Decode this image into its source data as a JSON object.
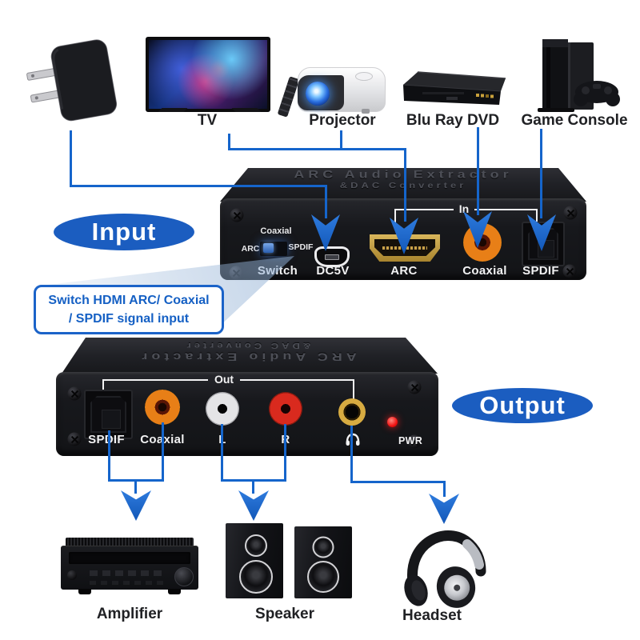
{
  "input": {
    "badge_label": "Input",
    "callout": {
      "line1": "Switch HDMI ARC/ Coaxial",
      "line2": "/ SPDIF signal input"
    },
    "sources": [
      {
        "label": "TV"
      },
      {
        "label": "Projector"
      },
      {
        "label": "Blu Ray DVD"
      },
      {
        "label": "Game Console"
      }
    ],
    "device": {
      "title": "ARC Audio Extractor",
      "subtitle": "&DAC Converter",
      "group_label": "In",
      "switch": {
        "top": "Coaxial",
        "left": "ARC",
        "right": "SPDIF",
        "label": "Switch"
      },
      "ports": {
        "power": "DC5V",
        "hdmi": "ARC",
        "coaxial": "Coaxial",
        "optical": "SPDIF"
      }
    }
  },
  "output": {
    "badge_label": "Output",
    "device": {
      "title": "ARC Audio Extractor",
      "subtitle": "&DAC Converter",
      "group_label": "Out",
      "ports": {
        "optical": "SPDIF",
        "coaxial": "Coaxial",
        "left": "L",
        "right": "R",
        "power_led": "PWR"
      },
      "headphone_icon": "headphone-icon"
    },
    "sinks": [
      {
        "label": "Amplifier"
      },
      {
        "label": "Speaker"
      },
      {
        "label": "Headset"
      }
    ]
  },
  "colors": {
    "connector_blue": "#1565cb",
    "arrow_blue": "#1e6fd6",
    "badge_blue": "#1b5dc0",
    "callout_text_blue": "#1560c4",
    "coaxial_orange": "#e87f17",
    "rca_left_white": "#e0e0e0",
    "rca_right_red": "#d92a1e",
    "power_led_red": "#ff1f1f"
  }
}
